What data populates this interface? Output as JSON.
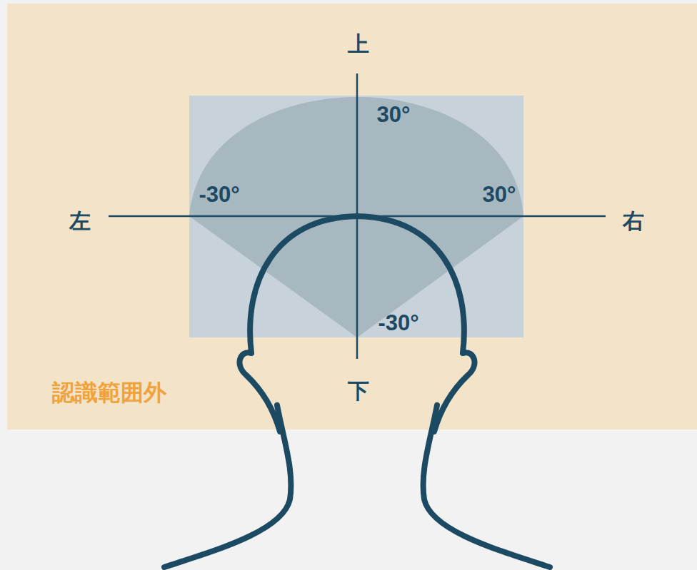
{
  "diagram": {
    "nodes": [
      {
        "text": [
          "認識範囲外"
        ]
      }
    ],
    "labels": [
      "上",
      "下",
      "左",
      "右",
      "30°",
      "-30°",
      "30°",
      "-30°"
    ]
  }
}
